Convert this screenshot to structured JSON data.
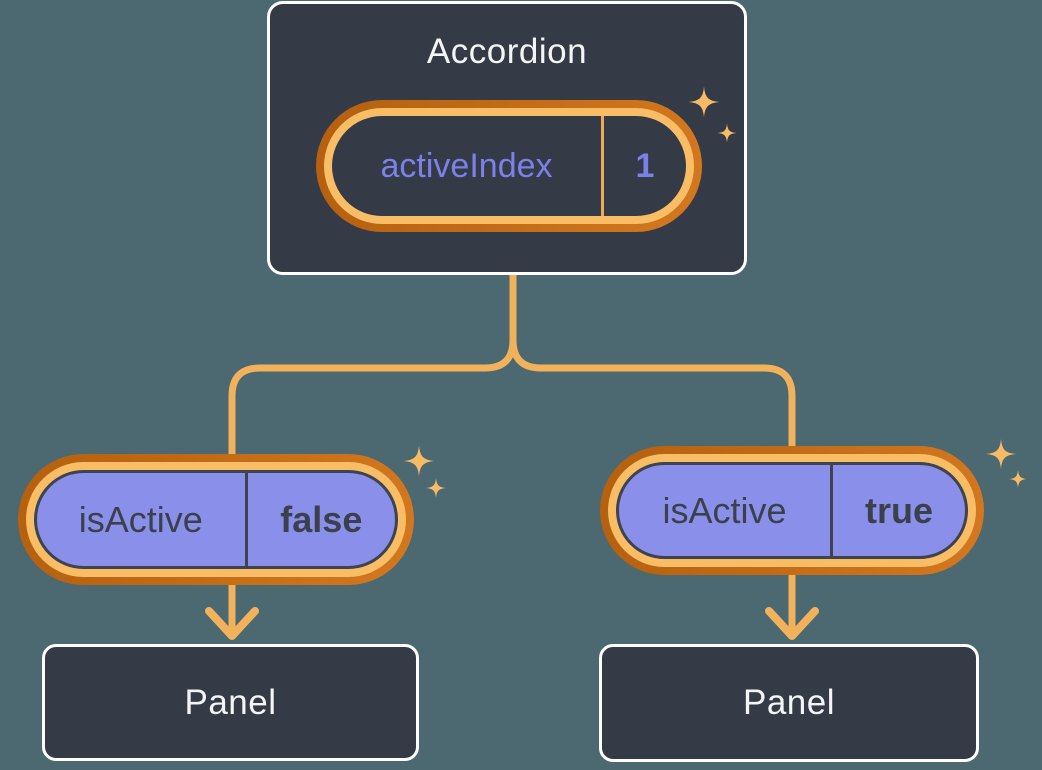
{
  "colors": {
    "page_bg": "#4c6870",
    "node_bg": "#343a46",
    "node_border": "#ffffff",
    "node_text": "#f4f5f7",
    "pill_purple": "#8a8fea",
    "pill_outline": "#3d4350",
    "pill_text": "#3a404c",
    "purple_text": "#7b81e8",
    "ring_light": "#f9bd66",
    "ring_dark": "#b4600f",
    "ring_dark_2": "#d3781f",
    "connector": "#f2b25c",
    "divider_orange": "#edab52",
    "sparkle": "#f6bb64"
  },
  "diagram": {
    "root": {
      "title": "Accordion",
      "state": {
        "name": "activeIndex",
        "value": "1"
      }
    },
    "children": [
      {
        "state": {
          "name": "isActive",
          "value": "false"
        },
        "panel_label": "Panel"
      },
      {
        "state": {
          "name": "isActive",
          "value": "true"
        },
        "panel_label": "Panel"
      }
    ]
  }
}
